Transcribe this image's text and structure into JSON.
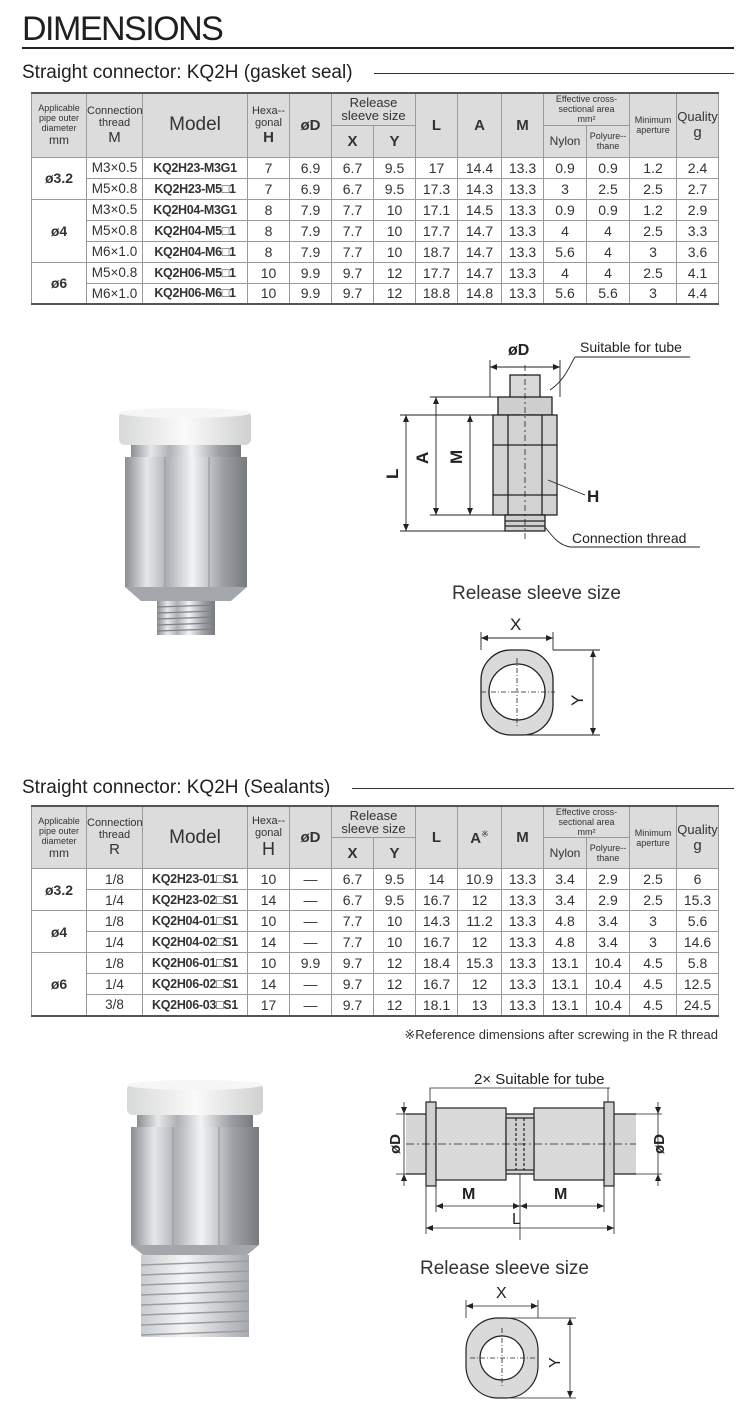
{
  "page": {
    "title": "DIMENSIONS"
  },
  "section1": {
    "title": "Straight connector: KQ2H (gasket seal)",
    "headers": {
      "pipe": "Applicable pipe outer diameter",
      "pipe_unit": "mm",
      "thread": "Connection thread",
      "thread_letter": "M",
      "model": "Model",
      "hex": "Hexa--gonal",
      "hex_letter": "H",
      "od": "øD",
      "release": "Release sleeve size",
      "x": "X",
      "y": "Y",
      "l": "L",
      "a": "A",
      "m": "M",
      "area": "Effective cross-sectional area",
      "area_unit": "mm²",
      "nylon": "Nylon",
      "poly": "Polyure--thane",
      "min": "Minimum aperture",
      "quality": "Quality",
      "quality_unit": "g"
    },
    "groups": [
      {
        "dia": "ø3.2",
        "rows": [
          {
            "thread": "M3×0.5",
            "model": "KQ2H23-M3G1",
            "h": "7",
            "d": "6.9",
            "x": "6.7",
            "y": "9.5",
            "l": "17",
            "a": "14.4",
            "m": "13.3",
            "nylon": "0.9",
            "poly": "0.9",
            "min": "1.2",
            "g": "2.4"
          },
          {
            "thread": "M5×0.8",
            "model": "KQ2H23-M5□1",
            "h": "7",
            "d": "6.9",
            "x": "6.7",
            "y": "9.5",
            "l": "17.3",
            "a": "14.3",
            "m": "13.3",
            "nylon": "3",
            "poly": "2.5",
            "min": "2.5",
            "g": "2.7"
          }
        ]
      },
      {
        "dia": "ø4",
        "rows": [
          {
            "thread": "M3×0.5",
            "model": "KQ2H04-M3G1",
            "h": "8",
            "d": "7.9",
            "x": "7.7",
            "y": "10",
            "l": "17.1",
            "a": "14.5",
            "m": "13.3",
            "nylon": "0.9",
            "poly": "0.9",
            "min": "1.2",
            "g": "2.9"
          },
          {
            "thread": "M5×0.8",
            "model": "KQ2H04-M5□1",
            "h": "8",
            "d": "7.9",
            "x": "7.7",
            "y": "10",
            "l": "17.7",
            "a": "14.7",
            "m": "13.3",
            "nylon": "4",
            "poly": "4",
            "min": "2.5",
            "g": "3.3"
          },
          {
            "thread": "M6×1.0",
            "model": "KQ2H04-M6□1",
            "h": "8",
            "d": "7.9",
            "x": "7.7",
            "y": "10",
            "l": "18.7",
            "a": "14.7",
            "m": "13.3",
            "nylon": "5.6",
            "poly": "4",
            "min": "3",
            "g": "3.6"
          }
        ]
      },
      {
        "dia": "ø6",
        "rows": [
          {
            "thread": "M5×0.8",
            "model": "KQ2H06-M5□1",
            "h": "10",
            "d": "9.9",
            "x": "9.7",
            "y": "12",
            "l": "17.7",
            "a": "14.7",
            "m": "13.3",
            "nylon": "4",
            "poly": "4",
            "min": "2.5",
            "g": "4.1"
          },
          {
            "thread": "M6×1.0",
            "model": "KQ2H06-M6□1",
            "h": "10",
            "d": "9.9",
            "x": "9.7",
            "y": "12",
            "l": "18.8",
            "a": "14.8",
            "m": "13.3",
            "nylon": "5.6",
            "poly": "5.6",
            "min": "3",
            "g": "4.4"
          }
        ]
      }
    ],
    "drawing": {
      "od": "øD",
      "tube": "Suitable for tube",
      "l": "L",
      "a": "A",
      "m": "M",
      "h": "H",
      "thread": "Connection thread"
    },
    "sleeve": {
      "caption": "Release sleeve size",
      "x": "X",
      "y": "Y"
    }
  },
  "section2": {
    "title": "Straight connector: KQ2H (Sealants)",
    "headers": {
      "pipe": "Applicable pipe outer diameter",
      "pipe_unit": "mm",
      "thread": "Connection thread",
      "thread_letter": "R",
      "model": "Model",
      "hex": "Hexa--gonal",
      "hex_letter": "H",
      "od": "øD",
      "release": "Release sleeve size",
      "x": "X",
      "y": "Y",
      "l": "L",
      "a": "A",
      "a_mark": "※",
      "m": "M",
      "area": "Effective cross-sectional area",
      "area_unit": "mm²",
      "nylon": "Nylon",
      "poly": "Polyure--thane",
      "min": "Minimum aperture",
      "quality": "Quality",
      "quality_unit": "g"
    },
    "groups": [
      {
        "dia": "ø3.2",
        "rows": [
          {
            "thread": "1/8",
            "model": "KQ2H23-01□S1",
            "h": "10",
            "d": "—",
            "x": "6.7",
            "y": "9.5",
            "l": "14",
            "a": "10.9",
            "m": "13.3",
            "nylon": "3.4",
            "poly": "2.9",
            "min": "2.5",
            "g": "6"
          },
          {
            "thread": "1/4",
            "model": "KQ2H23-02□S1",
            "h": "14",
            "d": "—",
            "x": "6.7",
            "y": "9.5",
            "l": "16.7",
            "a": "12",
            "m": "13.3",
            "nylon": "3.4",
            "poly": "2.9",
            "min": "2.5",
            "g": "15.3"
          }
        ]
      },
      {
        "dia": "ø4",
        "rows": [
          {
            "thread": "1/8",
            "model": "KQ2H04-01□S1",
            "h": "10",
            "d": "—",
            "x": "7.7",
            "y": "10",
            "l": "14.3",
            "a": "11.2",
            "m": "13.3",
            "nylon": "4.8",
            "poly": "3.4",
            "min": "3",
            "g": "5.6"
          },
          {
            "thread": "1/4",
            "model": "KQ2H04-02□S1",
            "h": "14",
            "d": "—",
            "x": "7.7",
            "y": "10",
            "l": "16.7",
            "a": "12",
            "m": "13.3",
            "nylon": "4.8",
            "poly": "3.4",
            "min": "3",
            "g": "14.6"
          }
        ]
      },
      {
        "dia": "ø6",
        "rows": [
          {
            "thread": "1/8",
            "model": "KQ2H06-01□S1",
            "h": "10",
            "d": "9.9",
            "x": "9.7",
            "y": "12",
            "l": "18.4",
            "a": "15.3",
            "m": "13.3",
            "nylon": "13.1",
            "poly": "10.4",
            "min": "4.5",
            "g": "5.8"
          },
          {
            "thread": "1/4",
            "model": "KQ2H06-02□S1",
            "h": "14",
            "d": "—",
            "x": "9.7",
            "y": "12",
            "l": "16.7",
            "a": "12",
            "m": "13.3",
            "nylon": "13.1",
            "poly": "10.4",
            "min": "4.5",
            "g": "12.5"
          },
          {
            "thread": "3/8",
            "model": "KQ2H06-03□S1",
            "h": "17",
            "d": "—",
            "x": "9.7",
            "y": "12",
            "l": "18.1",
            "a": "13",
            "m": "13.3",
            "nylon": "13.1",
            "poly": "10.4",
            "min": "4.5",
            "g": "24.5"
          }
        ]
      }
    ],
    "note": "※Reference dimensions after screwing in the R thread",
    "drawing": {
      "tube": "2× Suitable for tube",
      "od": "øD",
      "m": "M",
      "l": "L"
    },
    "sleeve": {
      "caption": "Release sleeve size",
      "x": "X",
      "y": "Y"
    }
  },
  "colors": {
    "header_bg": "#dcdcdc",
    "metal": "#b9bcc0",
    "cap": "#ececec"
  }
}
